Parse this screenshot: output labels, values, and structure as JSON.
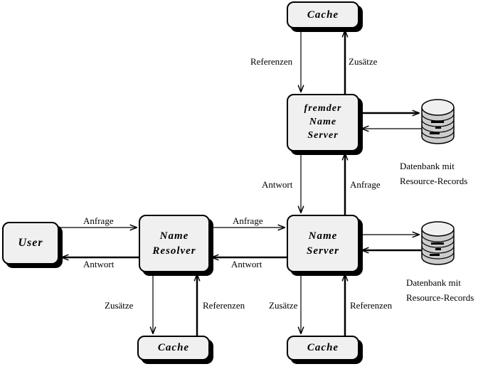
{
  "diagram": {
    "title": "DNS name resolution diagram",
    "colors": {
      "background": "#ffffff",
      "node_fill": "#f0f0f0",
      "node_border": "#000000",
      "shadow": "#000000",
      "cylinder_body": "#cccccc",
      "cylinder_top": "#f0f0f0",
      "line": "#000000"
    },
    "nodes": {
      "cache_top": {
        "label": "Cache"
      },
      "fremder_name_server": {
        "label": "fremder\nName\nServer"
      },
      "user": {
        "label": "User"
      },
      "name_resolver": {
        "label": "Name\nResolver"
      },
      "name_server": {
        "label": "Name\nServer"
      },
      "cache_bottom_left": {
        "label": "Cache"
      },
      "cache_bottom_right": {
        "label": "Cache"
      },
      "database_top": {
        "label": "Datenbank mit\nResource-Records"
      },
      "database_bottom": {
        "label": "Datenbank mit\nResource-Records"
      }
    },
    "edge_labels": {
      "anfrage": "Anfrage",
      "antwort": "Antwort",
      "referenzen": "Referenzen",
      "zusaetze": "Zusätze"
    }
  }
}
